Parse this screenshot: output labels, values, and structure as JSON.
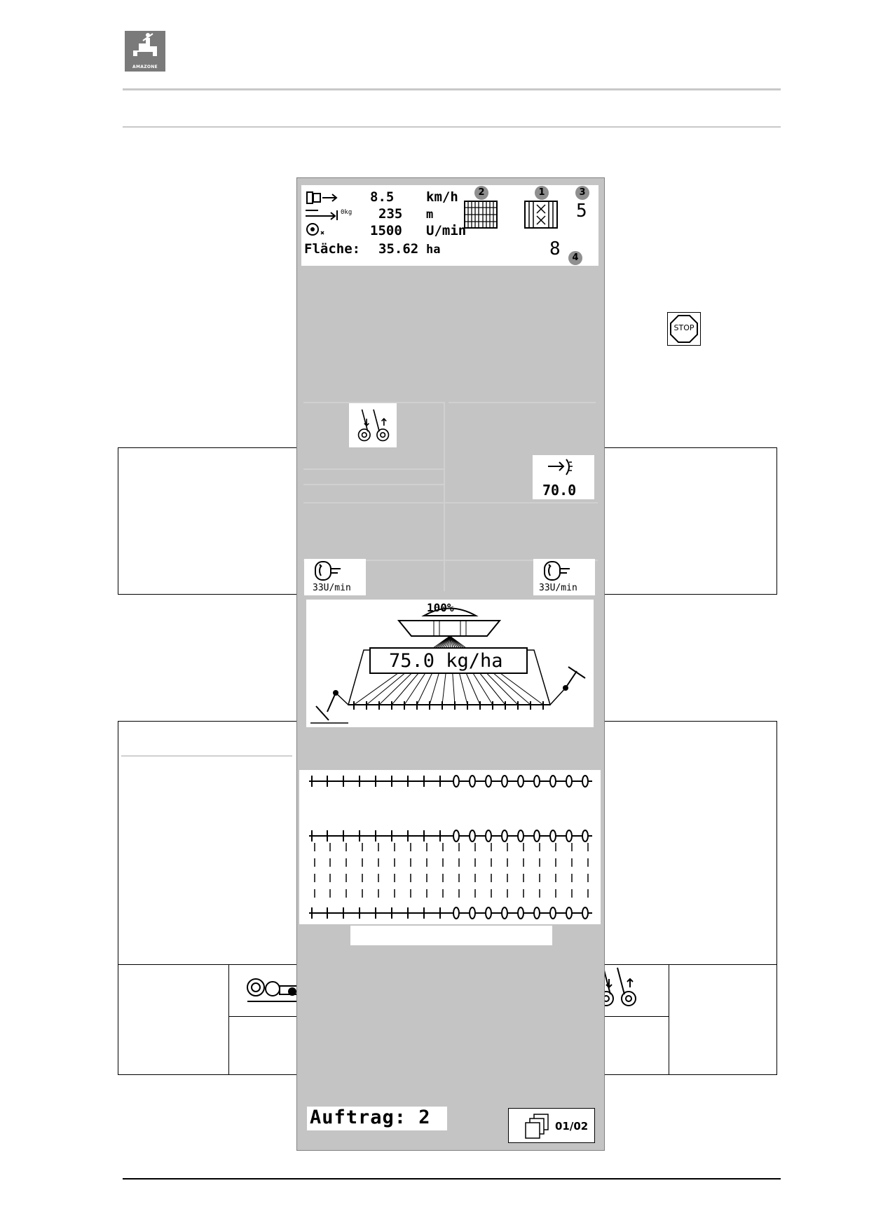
{
  "brand": {
    "logo_text": "AMAZONE"
  },
  "status_screen": {
    "speed_value": "8.5",
    "speed_unit": "km/h",
    "distance_value": "235",
    "distance_unit": "m",
    "distance_small_label": "0kg",
    "fan_value": "1500",
    "fan_unit": "U/min",
    "area_label": "Fläche:",
    "area_value": "35.62",
    "area_unit": "ha",
    "tramline_count": "5",
    "tramline_rhythm": "8",
    "markers": [
      "1",
      "2",
      "3",
      "4"
    ]
  },
  "stop_icon": {
    "label": "STOP"
  },
  "shaft_rpm": {
    "value": "70.0"
  },
  "metering_left": {
    "label": "33U/min"
  },
  "metering_right": {
    "label": "33U/min"
  },
  "seed_rate": {
    "percent": "100%",
    "rate": "75.0 kg/ha"
  },
  "icon_table": {
    "icons": [
      "tramline-marker-lift-icon",
      "marker-arm-lift-icon",
      "fan-off-icon",
      "track-marker-switch-icon"
    ]
  },
  "job": {
    "label": "Auftrag: 2",
    "page": "01/02"
  }
}
